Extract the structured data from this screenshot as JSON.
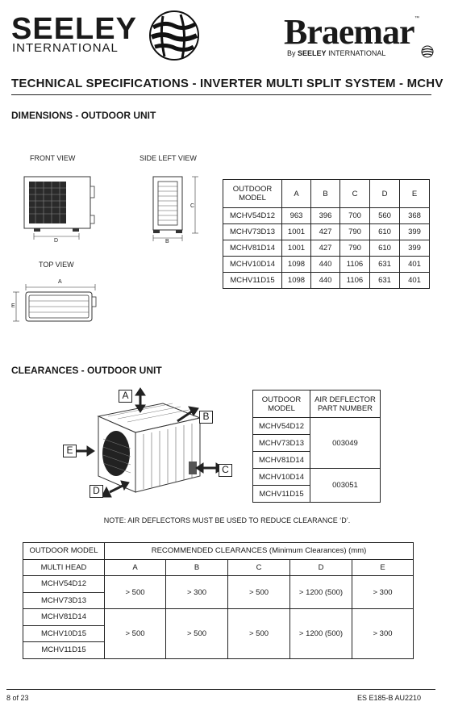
{
  "header": {
    "seeley_word": "SEELEY",
    "seeley_sub": "INTERNATIONAL",
    "braemar_word": "Braemar",
    "braemar_tm": "™",
    "braemar_by": "By",
    "braemar_seeley": "SEELEY",
    "braemar_intl": "INTERNATIONAL"
  },
  "page_title": "TECHNICAL SPECIFICATIONS - INVERTER MULTI SPLIT SYSTEM - MCHV",
  "dimensions": {
    "heading": "DIMENSIONS - OUTDOOR UNIT",
    "front_view": "FRONT VIEW",
    "side_view": "SIDE LEFT VIEW",
    "top_view": "TOP VIEW",
    "labels": {
      "a": "A",
      "b": "B",
      "c": "C",
      "d": "D",
      "e": "E"
    },
    "table": {
      "model_header": "OUTDOOR MODEL",
      "columns": [
        "A",
        "B",
        "C",
        "D",
        "E"
      ],
      "rows": [
        {
          "model": "MCHV54D12",
          "values": [
            "963",
            "396",
            "700",
            "560",
            "368"
          ]
        },
        {
          "model": "MCHV73D13",
          "values": [
            "1001",
            "427",
            "790",
            "610",
            "399"
          ]
        },
        {
          "model": "MCHV81D14",
          "values": [
            "1001",
            "427",
            "790",
            "610",
            "399"
          ]
        },
        {
          "model": "MCHV10D14",
          "values": [
            "1098",
            "440",
            "1106",
            "631",
            "401"
          ]
        },
        {
          "model": "MCHV11D15",
          "values": [
            "1098",
            "440",
            "1106",
            "631",
            "401"
          ]
        }
      ]
    }
  },
  "clearances": {
    "heading": "CLEARANCES - OUTDOOR UNIT",
    "diagram_labels": {
      "a": "A",
      "b": "B",
      "c": "C",
      "d": "D",
      "e": "E"
    },
    "deflector_table": {
      "model_header": "OUTDOOR MODEL",
      "part_header": "AIR DEFLECTOR PART NUMBER",
      "groups": [
        {
          "models": [
            "MCHV54D12",
            "MCHV73D13",
            "MCHV81D14"
          ],
          "part": "003049"
        },
        {
          "models": [
            "MCHV10D14",
            "MCHV11D15"
          ],
          "part": "003051"
        }
      ]
    },
    "note": "NOTE: AIR DEFLECTORS MUST BE USED TO REDUCE CLEARANCE ‘D’.",
    "clearance_table": {
      "col1_header": "OUTDOOR MODEL",
      "span_header": "RECOMMENDED CLEARANCES (Minimum Clearances) (mm)",
      "sub_header": "MULTI HEAD",
      "columns": [
        "A",
        "B",
        "C",
        "D",
        "E"
      ],
      "groups": [
        {
          "models": [
            "MCHV54D12",
            "MCHV73D13"
          ],
          "values": [
            "> 500",
            "> 300",
            "> 500",
            "> 1200 (500)",
            "> 300"
          ]
        },
        {
          "models": [
            "MCHV81D14",
            "MCHV10D15",
            "MCHV11D15"
          ],
          "values": [
            "> 500",
            "> 500",
            "> 500",
            "> 1200 (500)",
            "> 300"
          ]
        }
      ]
    }
  },
  "footer": {
    "page": "8  of 23",
    "code": "ES E185-B AU2210"
  }
}
